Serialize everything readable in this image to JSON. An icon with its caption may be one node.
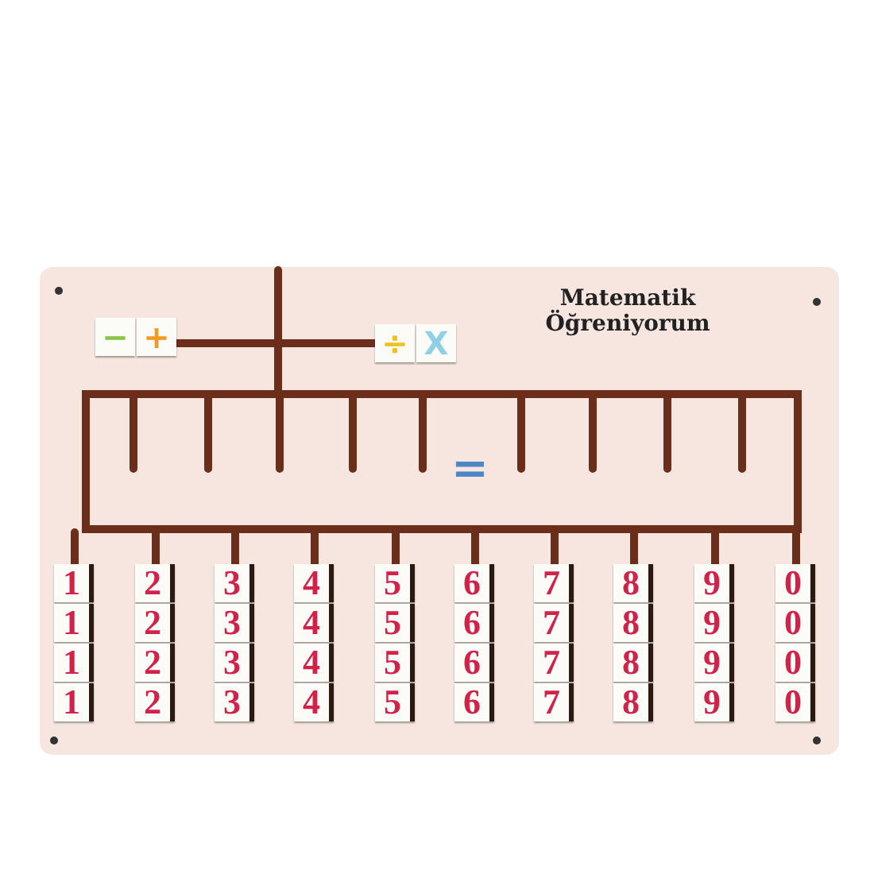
{
  "diagram": {
    "title": "Matematik Öğreniyorum",
    "labels": [
      "−",
      "+",
      "÷",
      "X",
      "=",
      "1",
      "2",
      "3",
      "4",
      "5",
      "6",
      "7",
      "8",
      "9",
      "0",
      "1",
      "2",
      "3",
      "4",
      "5",
      "6",
      "7",
      "8",
      "9",
      "0",
      "1",
      "2",
      "3",
      "4",
      "5",
      "6",
      "7",
      "8",
      "9",
      "0",
      "1",
      "2",
      "3",
      "4",
      "5",
      "6",
      "7",
      "8",
      "9",
      "0"
    ]
  }
}
